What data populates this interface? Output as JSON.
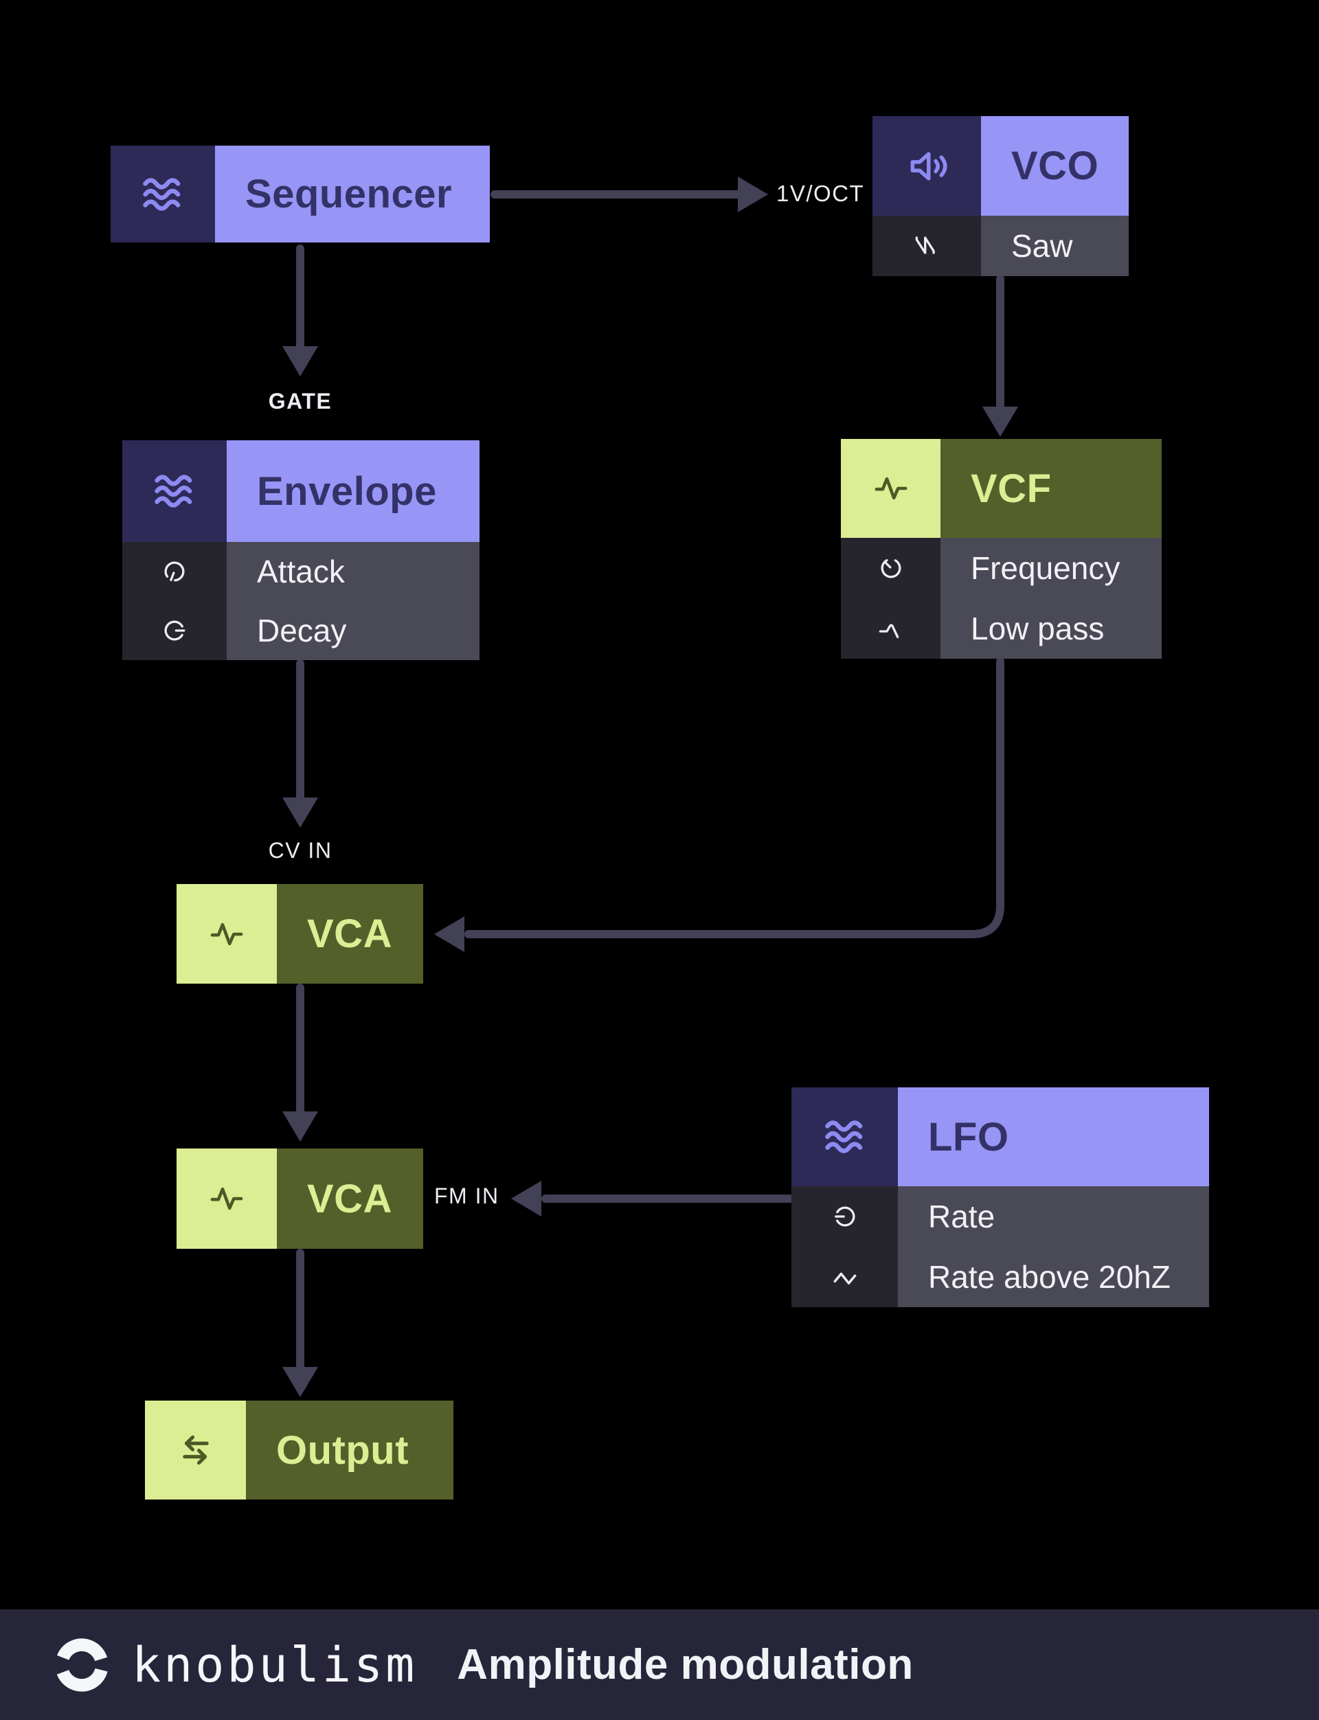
{
  "palette": {
    "background": "#000000",
    "purple_icon_bg": "#2d2a58",
    "purple_glyph": "#8d8af2",
    "purple_body": "#9795f5",
    "purple_text": "#343168",
    "green_icon_bg": "#dbee94",
    "green_glyph": "#4c5a26",
    "green_body": "#53602a",
    "green_text": "#dbee94",
    "row_icon_bg": "#26252e",
    "row_bg": "#4a4956",
    "row_text": "#f1f1f6",
    "arrow": "#424156",
    "label_text": "#edeef3",
    "footer_bg": "#262539",
    "footer_text": "#f5f6fa"
  },
  "nodes": {
    "sequencer": {
      "title": "Sequencer",
      "icon": "waves-icon"
    },
    "vco": {
      "title": "VCO",
      "icon": "speaker-icon",
      "rows": [
        {
          "icon": "saw-wave-icon",
          "label": "Saw"
        }
      ]
    },
    "envelope": {
      "title": "Envelope",
      "icon": "waves-icon",
      "rows": [
        {
          "icon": "knob-attack-icon",
          "label": "Attack"
        },
        {
          "icon": "knob-decay-icon",
          "label": "Decay"
        }
      ]
    },
    "vcf": {
      "title": "VCF",
      "icon": "pulse-icon",
      "rows": [
        {
          "icon": "dial-icon",
          "label": "Frequency"
        },
        {
          "icon": "lowpass-icon",
          "label": "Low pass"
        }
      ]
    },
    "vca_top": {
      "title": "VCA",
      "icon": "pulse-icon"
    },
    "vca_bottom": {
      "title": "VCA",
      "icon": "pulse-icon"
    },
    "lfo": {
      "title": "LFO",
      "icon": "waves-icon",
      "rows": [
        {
          "icon": "knob-rate-icon",
          "label": "Rate"
        },
        {
          "icon": "sine-wave-icon",
          "label": "Rate above 20hZ"
        }
      ]
    },
    "output": {
      "title": "Output",
      "icon": "transfer-arrows-icon"
    }
  },
  "connection_labels": {
    "gate": "GATE",
    "cv_in": "CV IN",
    "fm_in": "FM IN",
    "volt_per_octave": "1V/OCT"
  },
  "footer": {
    "brand": "knobulism",
    "title": "Amplitude modulation",
    "logo": "knob-logo-icon"
  }
}
